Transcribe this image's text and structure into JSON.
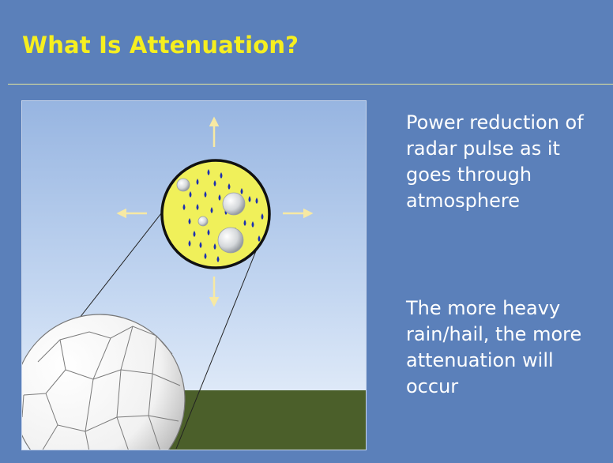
{
  "slide": {
    "title": "What Is Attenuation?",
    "bullets": [
      "Power reduction of radar pulse as it goes through atmosphere",
      "The more heavy rain/hail, the more attenuation will occur"
    ]
  },
  "figure": {
    "icons": [
      "radar-dome-icon",
      "precipitation-volume-icon",
      "scatter-arrow-icon",
      "raindrop-icon",
      "hailstone-icon"
    ],
    "colors": {
      "sky_top": "#98b6e2",
      "sky_bottom": "#e8f0fb",
      "ground": "#4b5f2a",
      "volume_fill": "#f0f05a",
      "raindrop": "#1d2fb0",
      "arrow": "#f7e9a3",
      "text": "#ffffff",
      "title": "#f6ef1f",
      "background": "#5b80ba"
    }
  }
}
